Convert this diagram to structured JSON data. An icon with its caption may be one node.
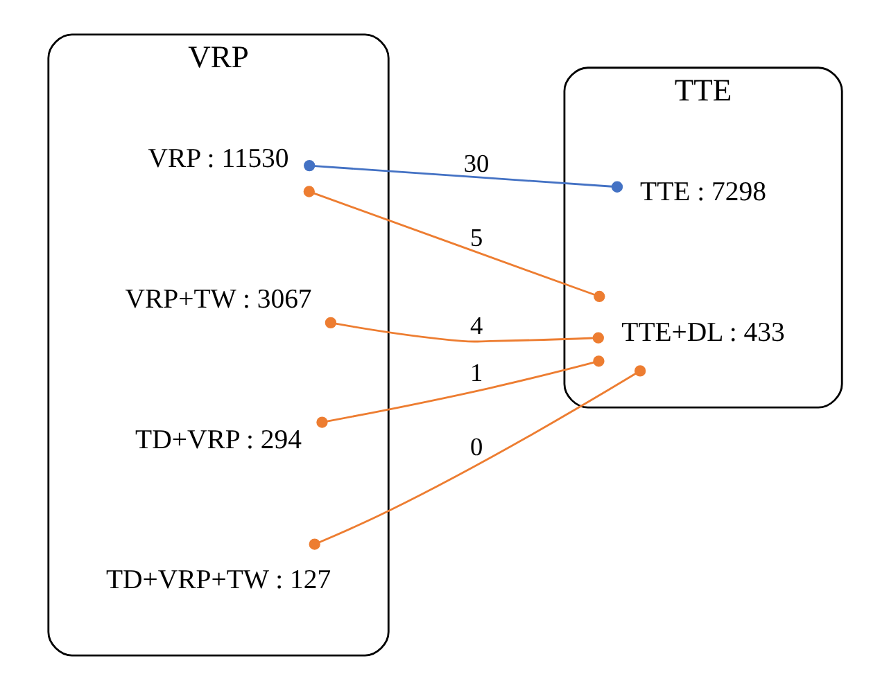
{
  "diagram": {
    "nodes": [
      {
        "text": [
          "VRP"
        ]
      },
      {
        "text": [
          "VRP : 11530"
        ],
        "in": 0
      },
      {
        "text": [
          "VRP+TW : 3067"
        ],
        "in": 0
      },
      {
        "text": [
          "TD+VRP : 294"
        ],
        "in": 0
      },
      {
        "text": [
          "TD+VRP+TW : 127"
        ],
        "in": 0
      },
      {
        "text": [
          "TTE"
        ]
      },
      {
        "text": [
          "TTE : 7298"
        ],
        "in": 5
      },
      {
        "text": [
          "TTE+DL : 433"
        ],
        "in": 5
      }
    ],
    "edges": [
      {
        "from": 1,
        "to": 6,
        "arrow": "other",
        "label": "30",
        "color": "#4472c4"
      },
      {
        "from": 1,
        "to": 7,
        "arrow": "other",
        "label": "5"
      },
      {
        "from": 2,
        "to": 7,
        "arrow": "other",
        "label": "4"
      },
      {
        "from": 3,
        "to": 7,
        "arrow": "other",
        "label": "1"
      },
      {
        "from": 4,
        "to": 7,
        "arrow": "other",
        "label": "0"
      }
    ]
  }
}
